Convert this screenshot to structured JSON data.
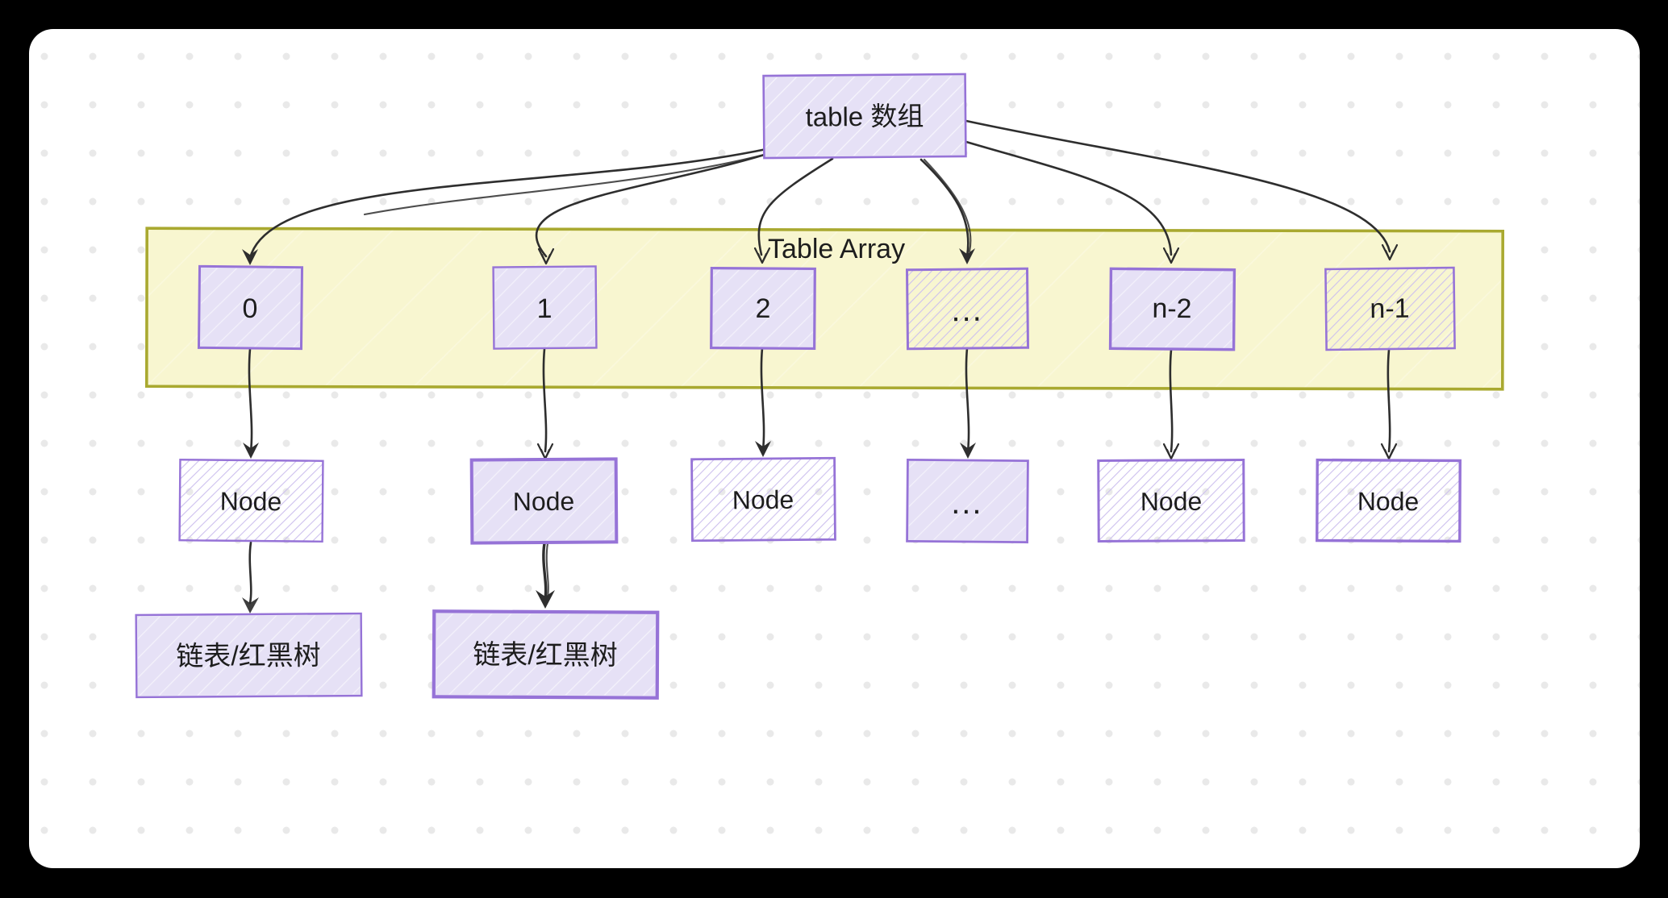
{
  "root": {
    "label": "table 数组"
  },
  "container": {
    "label": "Table Array"
  },
  "array_cells": [
    {
      "label": "0"
    },
    {
      "label": "1"
    },
    {
      "label": "2"
    },
    {
      "label": "..."
    },
    {
      "label": "n-2"
    },
    {
      "label": "n-1"
    }
  ],
  "node_cells": [
    {
      "label": "Node"
    },
    {
      "label": "Node"
    },
    {
      "label": "Node"
    },
    {
      "label": "..."
    },
    {
      "label": "Node"
    },
    {
      "label": "Node"
    }
  ],
  "bucket_cells": [
    {
      "label": "链表/红黑树"
    },
    {
      "label": "链表/红黑树"
    }
  ],
  "colors": {
    "frame_background": "#000000",
    "card_background": "#ffffff",
    "dot_grid": "#e9e9e9",
    "shape_stroke_purple": "#9673d7",
    "shape_fill_lavender": "#e6e1f6",
    "hachure_line": "#cdc0ee",
    "container_fill_yellow": "#f8f6d0",
    "container_stroke_olive": "#a9a930",
    "arrow": "#2e2e2e",
    "text": "#1d1d1d"
  }
}
